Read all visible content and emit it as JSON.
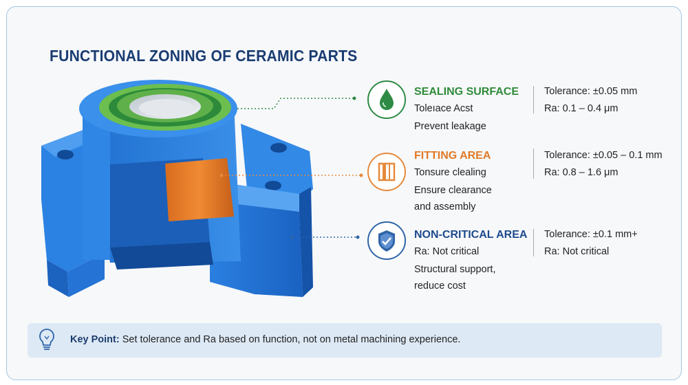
{
  "title": "FUNCTIONAL ZONING OF CERAMIC PARTS",
  "zones": [
    {
      "name": "SEALING SURFACE",
      "icon": "water-drop-icon",
      "color": "#2e8b3a",
      "lines": [
        "Toleıace Acst",
        "Prevent leakage"
      ],
      "specs": [
        "Tolerance: ±0.05 mm",
        "Ra: 0.1 – 0.4 μm"
      ]
    },
    {
      "name": "FITTING AREA",
      "icon": "fitting-icon",
      "color": "#e07a28",
      "lines": [
        "Tonsure clealing",
        "Ensure clearance",
        "and assembly"
      ],
      "specs": [
        "Tolerance: ±0.05 – 0.1 mm",
        "Ra: 0.8 – 1.6 μm"
      ]
    },
    {
      "name": "NON-CRITICAL AREA",
      "icon": "shield-check-icon",
      "color": "#1c4a8c",
      "lines": [
        "Ra: Not critical",
        "Structural support,",
        "reduce cost"
      ],
      "specs": [
        "Tolerance: ±0.1 mm+",
        "Ra: Not critical"
      ]
    }
  ],
  "key_point": {
    "label": "Key Point:",
    "text": " Set tolerance and Ra based on function, not on metal machining experience.",
    "icon": "lightbulb-icon"
  }
}
